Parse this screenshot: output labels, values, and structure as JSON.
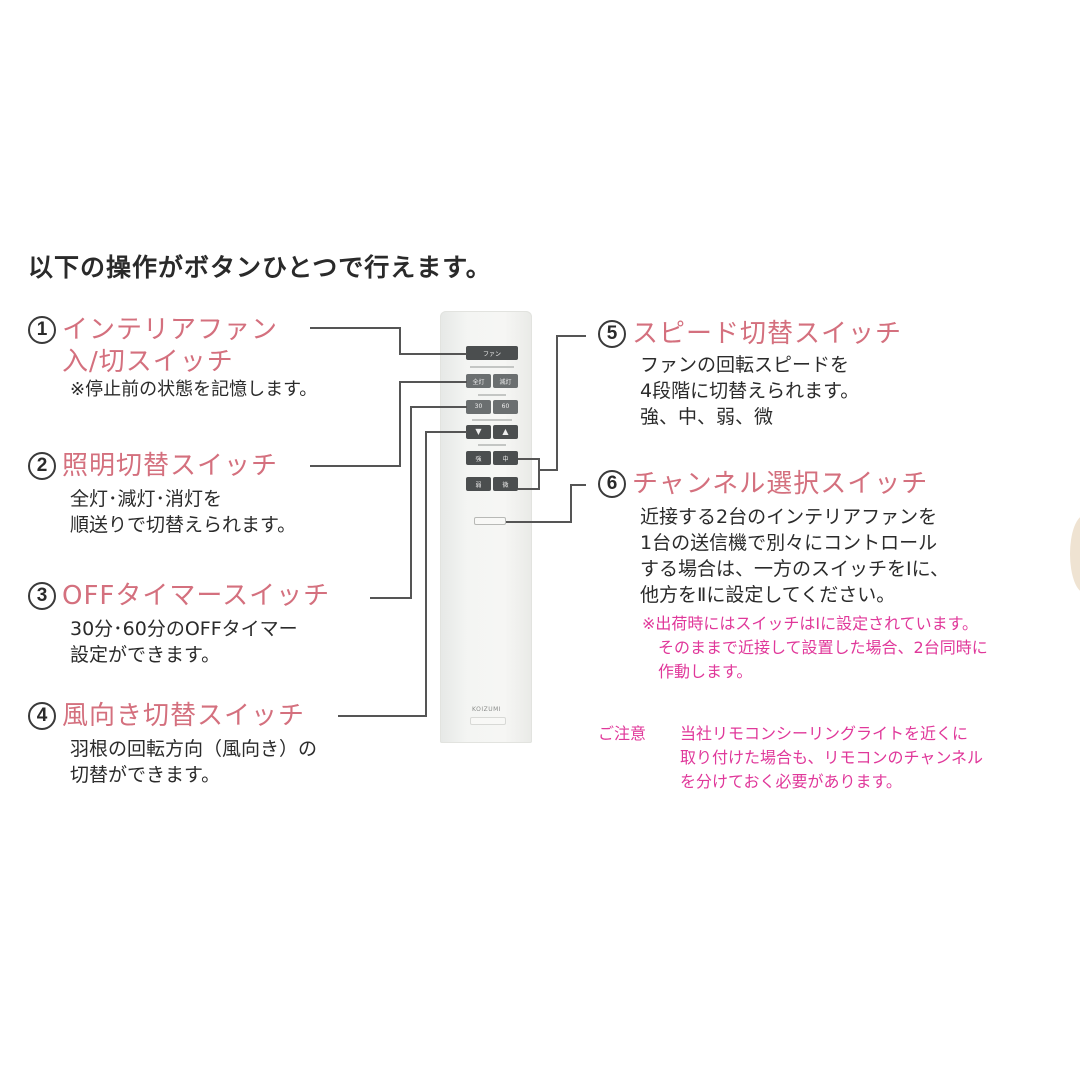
{
  "intro": "以下の操作がボタンひとつで行えます。",
  "items": [
    {
      "num": "1",
      "title_lines": [
        "インテリアファン",
        "入/切スイッチ"
      ],
      "desc_lines": [
        "※停止前の状態を記憶します。"
      ]
    },
    {
      "num": "2",
      "title_lines": [
        "照明切替スイッチ"
      ],
      "desc_lines": [
        "全灯･減灯･消灯を",
        "順送りで切替えられます。"
      ]
    },
    {
      "num": "3",
      "title_lines": [
        "OFFタイマースイッチ"
      ],
      "desc_lines": [
        "30分･60分のOFFタイマー",
        "設定ができます。"
      ]
    },
    {
      "num": "4",
      "title_lines": [
        "風向き切替スイッチ"
      ],
      "desc_lines": [
        "羽根の回転方向（風向き）の",
        "切替ができます。"
      ]
    },
    {
      "num": "5",
      "title_lines": [
        "スピード切替スイッチ"
      ],
      "desc_lines": [
        "ファンの回転スピードを",
        "4段階に切替えられます。",
        "強、中、弱、微"
      ]
    },
    {
      "num": "6",
      "title_lines": [
        "チャンネル選択スイッチ"
      ],
      "desc_lines": [
        "近接する2台のインテリアファンを",
        "1台の送信機で別々にコントロール",
        "する場合は、一方のスイッチをⅠに、",
        "他方をⅡに設定してください。"
      ],
      "note_lines": [
        "※出荷時にはスイッチはⅠに設定されています。",
        "そのままで近接して設置した場合、2台同時に",
        "作動します。"
      ]
    }
  ],
  "caution": {
    "label": "ご注意",
    "lines": [
      "当社リモコンシーリングライトを近くに",
      "取り付けた場合も、リモコンのチャンネル",
      "を分けておく必要があります。"
    ]
  },
  "remote": {
    "brand": "KOIZUMI",
    "buttons": [
      {
        "name": "fan-power",
        "label": "ファン"
      },
      {
        "name": "light-left",
        "label": "全灯"
      },
      {
        "name": "light-right",
        "label": "減灯"
      },
      {
        "name": "timer-left",
        "label": "30"
      },
      {
        "name": "timer-right",
        "label": "60"
      },
      {
        "name": "direction-down",
        "label": "▼"
      },
      {
        "name": "direction-up",
        "label": "▲"
      },
      {
        "name": "speed-1",
        "label": "強"
      },
      {
        "name": "speed-2",
        "label": "中"
      },
      {
        "name": "speed-3",
        "label": "弱"
      },
      {
        "name": "speed-4",
        "label": "微"
      }
    ]
  },
  "colors": {
    "title_pink": "#d4707e",
    "note_magenta": "#e0389a",
    "text_dark": "#2b2b2b",
    "line_gray": "#555555"
  }
}
